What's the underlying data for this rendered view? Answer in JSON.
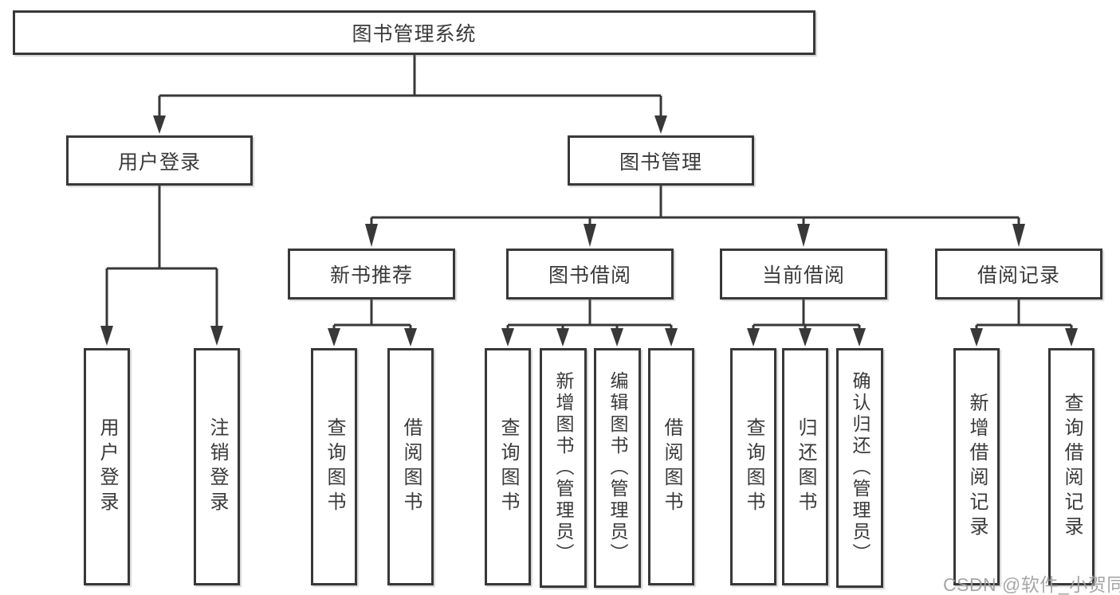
{
  "diagram": {
    "root": {
      "label": "图书管理系统",
      "children": [
        {
          "label": "用户登录",
          "children": [
            {
              "label": "用户登录"
            },
            {
              "label": "注销登录"
            }
          ]
        },
        {
          "label": "图书管理",
          "children": [
            {
              "label": "新书推荐",
              "children": [
                {
                  "label": "查询图书"
                },
                {
                  "label": "借阅图书"
                }
              ]
            },
            {
              "label": "图书借阅",
              "children": [
                {
                  "label": "查询图书"
                },
                {
                  "label": "新增图书（管理员）"
                },
                {
                  "label": "编辑图书（管理员）"
                },
                {
                  "label": "借阅图书"
                }
              ]
            },
            {
              "label": "当前借阅",
              "children": [
                {
                  "label": "查询图书"
                },
                {
                  "label": "归还图书"
                },
                {
                  "label": "确认归还（管理员）"
                }
              ]
            },
            {
              "label": "借阅记录",
              "children": [
                {
                  "label": "新增借阅记录"
                },
                {
                  "label": "查询借阅记录"
                }
              ]
            }
          ]
        }
      ]
    }
  },
  "watermark": {
    "text": "CSDN @软件_小贺同学"
  },
  "colors": {
    "line": "#383838",
    "text": "#3a3a3a",
    "box_background": "#ffffff",
    "watermark": "#9e9e9e",
    "background": "#ffffff"
  }
}
